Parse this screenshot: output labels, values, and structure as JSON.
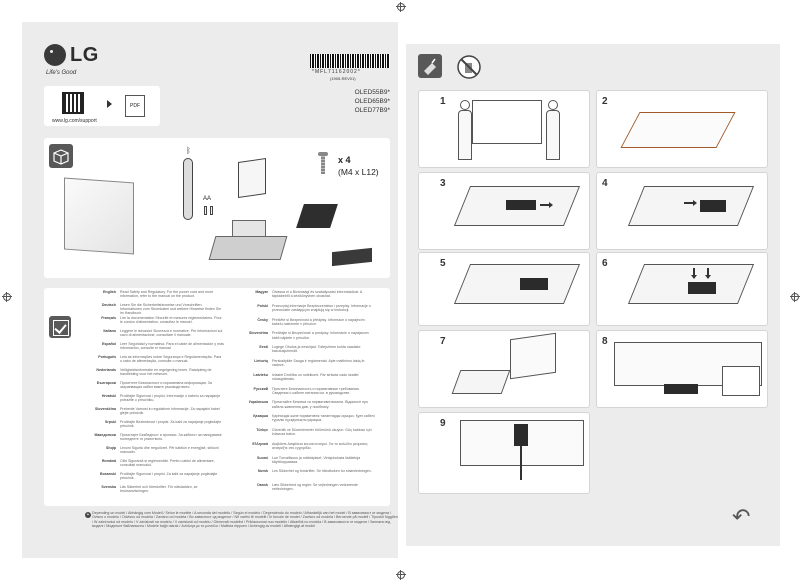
{
  "brand": {
    "logo_text": "LG",
    "tagline": "Life's Good"
  },
  "support": {
    "url": "www.lg.com/support",
    "pdf_label": "PDF"
  },
  "barcode": {
    "code": "*MFL71162002*",
    "rev": "(1905-REV01)"
  },
  "models": [
    "OLED55B9*",
    "OLED65B9*",
    "OLED77B9*"
  ],
  "accessories": {
    "batteries": "AA",
    "screw_count": "x 4",
    "screw_spec": "(M4 x L12)"
  },
  "safety_left": [
    {
      "lang": "English",
      "text": "Read Safety and Regulatory. For the power cord and more information, refer to the manual on the product."
    },
    {
      "lang": "Deutsch",
      "text": "Lesen Sie die Sicherheitshinweise und Vorschriften. Informationen zum Stromkabel und weitere Hinweise finden Sie im Handbuch."
    },
    {
      "lang": "Français",
      "text": "Lire la documentation Sécurité et mesures réglementaires. Pour le cordon d'alimentation, consultez le manuel."
    },
    {
      "lang": "Italiano",
      "text": "Leggere le istruzioni Sicurezza e normative. Per informazioni sul cavo di alimentazione, consultare il manuale."
    },
    {
      "lang": "Español",
      "text": "Leer Seguridad y normativa. Para el cable de alimentación y más información, consulte el manual."
    },
    {
      "lang": "Português",
      "text": "Leia as informações sobre Segurança e Regulamentação. Para o cabo de alimentação, consulte o manual."
    },
    {
      "lang": "Nederlands",
      "text": "Veiligheidsinformatie en regelgeving lezen. Raadpleeg de handleiding voor het netsnoer."
    },
    {
      "lang": "Български",
      "text": "Прочетете Безопасност и нормативна информация. За захранващия кабел вижте ръководството."
    },
    {
      "lang": "Hrvatski",
      "text": "Pročitajte Sigurnost i propisi. Informacije o kabelu za napajanje potražite u priručniku."
    },
    {
      "lang": "Slovenščina",
      "text": "Preberite Varnost in regulativne informacije. Za napajalni kabel glejte priročnik."
    },
    {
      "lang": "Srpski",
      "text": "Pročitajte Bezbednost i propisi. Za kabl za napajanje pogledajte priručnik."
    },
    {
      "lang": "Македонски",
      "text": "Прочитајте Безбедност и прописи. За кабелот за напојување погледнете го упатството."
    },
    {
      "lang": "Shqip",
      "text": "Lexoni Siguria dhe rregulloret. Për kabllon e energjisë, shikoni manualin."
    },
    {
      "lang": "Română",
      "text": "Citiți Siguranță și reglementări. Pentru cablul de alimentare, consultați manualul."
    },
    {
      "lang": "Bosanski",
      "text": "Pročitajte Sigurnost i propisi. Za kabl za napajanje pogledajte priručnik."
    },
    {
      "lang": "Svenska",
      "text": "Läs Säkerhet och föreskrifter. För nätsladden, se bruksanvisningen."
    }
  ],
  "safety_right": [
    {
      "lang": "Magyar",
      "text": "Olvassa el a Biztonsági és szabályozási információkat. A tápkábelről a kézikönyvben olvashat."
    },
    {
      "lang": "Polski",
      "text": "Przeczytaj informacje Bezpieczeństwo i przepisy. Informacje o przewodzie zasilającym znajdują się w instrukcji."
    },
    {
      "lang": "Česky",
      "text": "Přečtěte si Bezpečnost a předpisy. Informace o napájecím kabelu naleznete v příručce."
    },
    {
      "lang": "Slovenčina",
      "text": "Prečítajte si Bezpečnosť a predpisy. Informácie o napájacom kábli nájdete v príručke."
    },
    {
      "lang": "Eesti",
      "text": "Lugege Ohutus ja eeskirjad. Toitejuhtme kohta vaadake kasutusjuhendit."
    },
    {
      "lang": "Lietuvių",
      "text": "Perskaitykite Sauga ir reglamentai. Apie maitinimo laidą žr. vadove."
    },
    {
      "lang": "Latviešu",
      "text": "Izlasiet Drošība un noteikumi. Par strāvas vadu skatiet rokasgrāmatu."
    },
    {
      "lang": "Русский",
      "text": "Прочтите Безопасность и нормативные требования. Сведения о кабеле питания см. в руководстве."
    },
    {
      "lang": "Українська",
      "text": "Прочитайте Безпека та нормативні вимоги. Відомості про кабель живлення див. у посібнику."
    },
    {
      "lang": "Қазақша",
      "text": "Қауіпсіздік және нормативтік талаптарды оқыңыз. Қуат кабелі туралы нұсқаулықты қараңыз."
    },
    {
      "lang": "Türkçe",
      "text": "Güvenlik ve Düzenlemeler bölümünü okuyun. Güç kablosu için kılavuza bakın."
    },
    {
      "lang": "Ελληνικά",
      "text": "Διαβάστε Ασφάλεια και κανονισμοί. Για το καλώδιο ρεύματος ανατρέξτε στο εγχειρίδιο."
    },
    {
      "lang": "Suomi",
      "text": "Lue Turvallisuus ja määräykset. Virtajohdosta lisätietoja käyttöoppaassa."
    },
    {
      "lang": "Norsk",
      "text": "Les Sikkerhet og forskrifter. Se håndboken for strømledningen."
    },
    {
      "lang": "Dansk",
      "text": "Læs Sikkerhed og regler. Se vejledningen vedrørende netledningen."
    }
  ],
  "note": "Depending on model / Abhängig vom Modell / Selon le modèle / A seconda del modello / Según el modelo / Dependendo do modelo / Afhankelijk van het model / В зависимост от модела / Ovisno o modelu / Odvisno od modela / Zavisno od modela / Во зависност од моделот / Në varësi të modelit / În funcție de model / Zavisno od modela / Beroende på modell / Típustól függően / W zależności od modelu / V závislosti na modelu / V závislosti od modelu / Olenevalt mudelist / Priklausomai nuo modelio / Atkarībā no modeļa / В зависимости от модели / Залежно від моделі / Модельге байланысты / Modele bağlı olarak / Ανάλογα με το μοντέλο / Mallista riippuen / Avhengig av modell / Afhængigt af model",
  "steps": [
    "1",
    "2",
    "3",
    "4",
    "5",
    "6",
    "7",
    "8",
    "9"
  ],
  "icons": {
    "box": "box-icon",
    "check": "check-icon",
    "cloth": "cloth-icon",
    "no_spray": "no-spray-icon",
    "bluetooth": "bluetooth-icon",
    "undo": "undo-arrow-icon"
  },
  "colors": {
    "panel": "#ececec",
    "icon_bg": "#585858"
  }
}
